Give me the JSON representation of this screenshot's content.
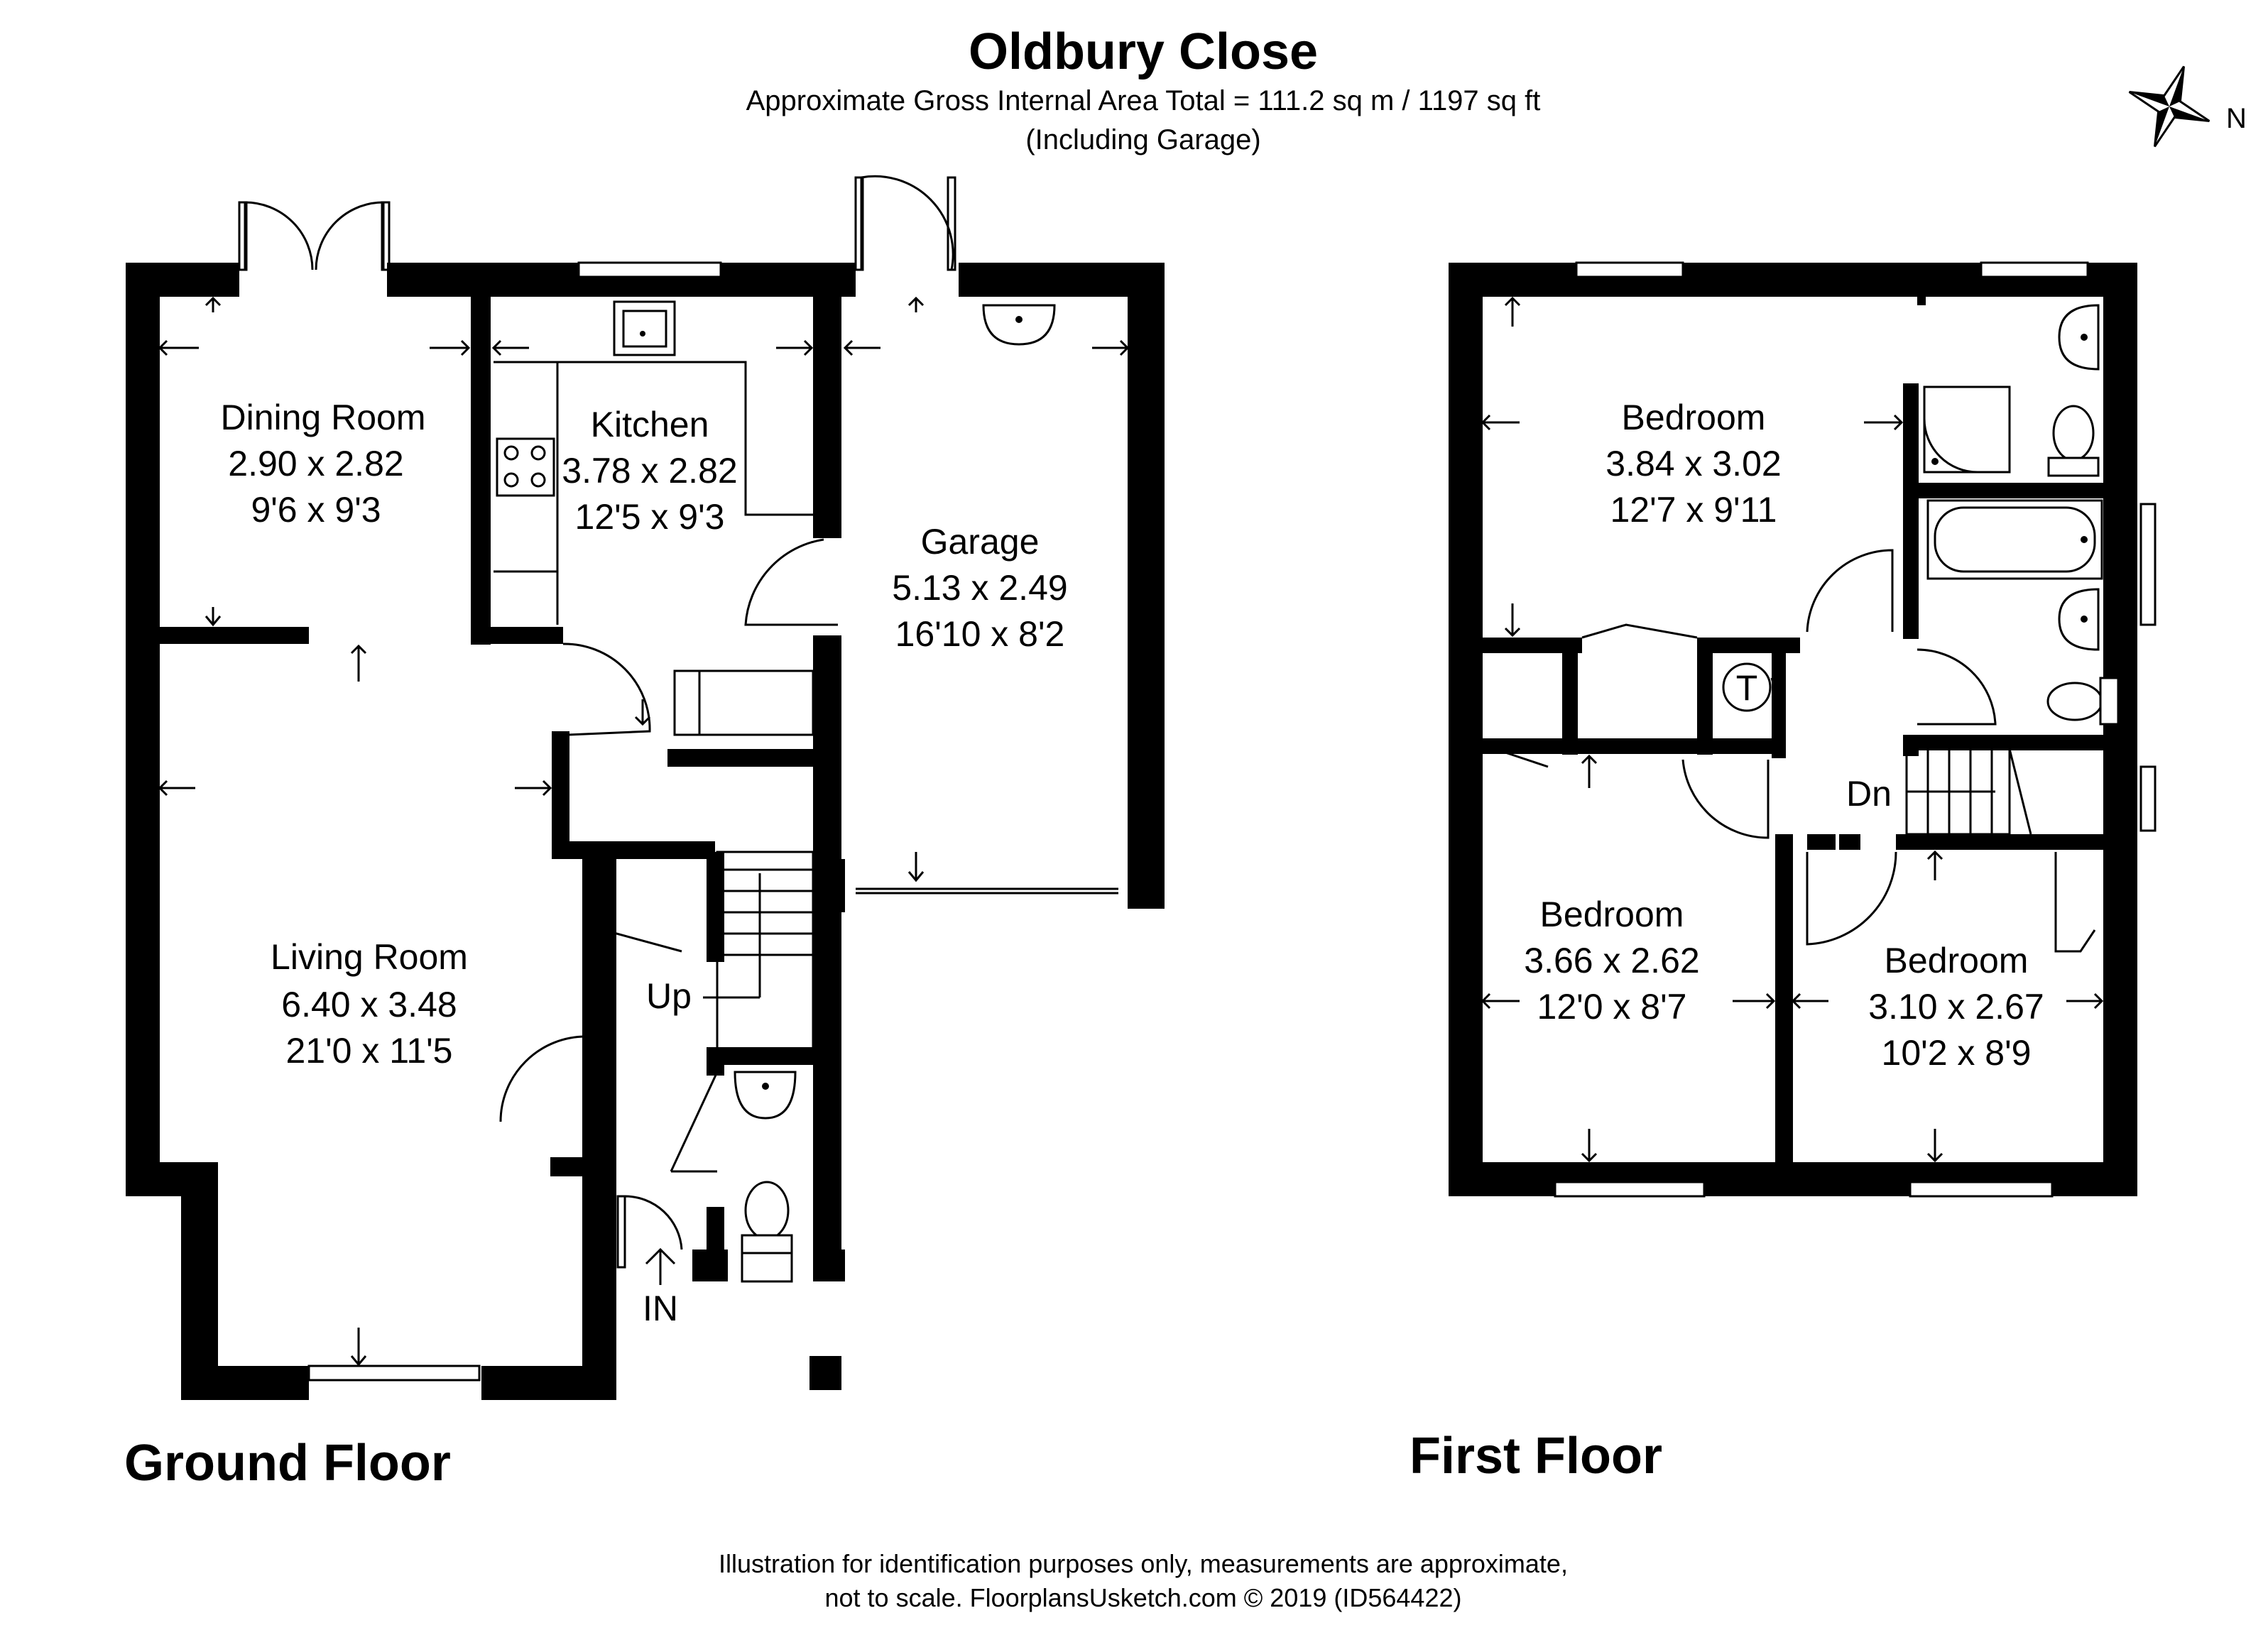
{
  "header": {
    "title": "Oldbury Close",
    "subtitle": "Approximate Gross Internal Area Total = 111.2 sq m / 1197 sq ft",
    "note": "(Including Garage)"
  },
  "compass": {
    "label": "N"
  },
  "ground_floor": {
    "label": "Ground Floor",
    "rooms": [
      {
        "name": "Dining Room",
        "metric": "2.90 x 2.82",
        "imperial": "9'6 x 9'3"
      },
      {
        "name": "Kitchen",
        "metric": "3.78 x 2.82",
        "imperial": "12'5 x 9'3"
      },
      {
        "name": "Garage",
        "metric": "5.13 x 2.49",
        "imperial": "16'10 x 8'2"
      },
      {
        "name": "Living Room",
        "metric": "6.40 x 3.48",
        "imperial": "21'0 x 11'5"
      }
    ],
    "stairs_label": "Up",
    "entrance_label": "IN"
  },
  "first_floor": {
    "label": "First Floor",
    "rooms": [
      {
        "name": "Bedroom",
        "metric": "3.84 x 3.02",
        "imperial": "12'7 x 9'11"
      },
      {
        "name": "Bedroom",
        "metric": "3.66 x 2.62",
        "imperial": "12'0 x 8'7"
      },
      {
        "name": "Bedroom",
        "metric": "3.10 x 2.67",
        "imperial": "10'2 x 8'9"
      }
    ],
    "stairs_label": "Dn",
    "cupboard_label": "T"
  },
  "footer": {
    "line1": "Illustration for identification purposes only, measurements are approximate,",
    "line2": "not to scale. FloorplansUsketch.com © 2019 (ID564422)"
  }
}
